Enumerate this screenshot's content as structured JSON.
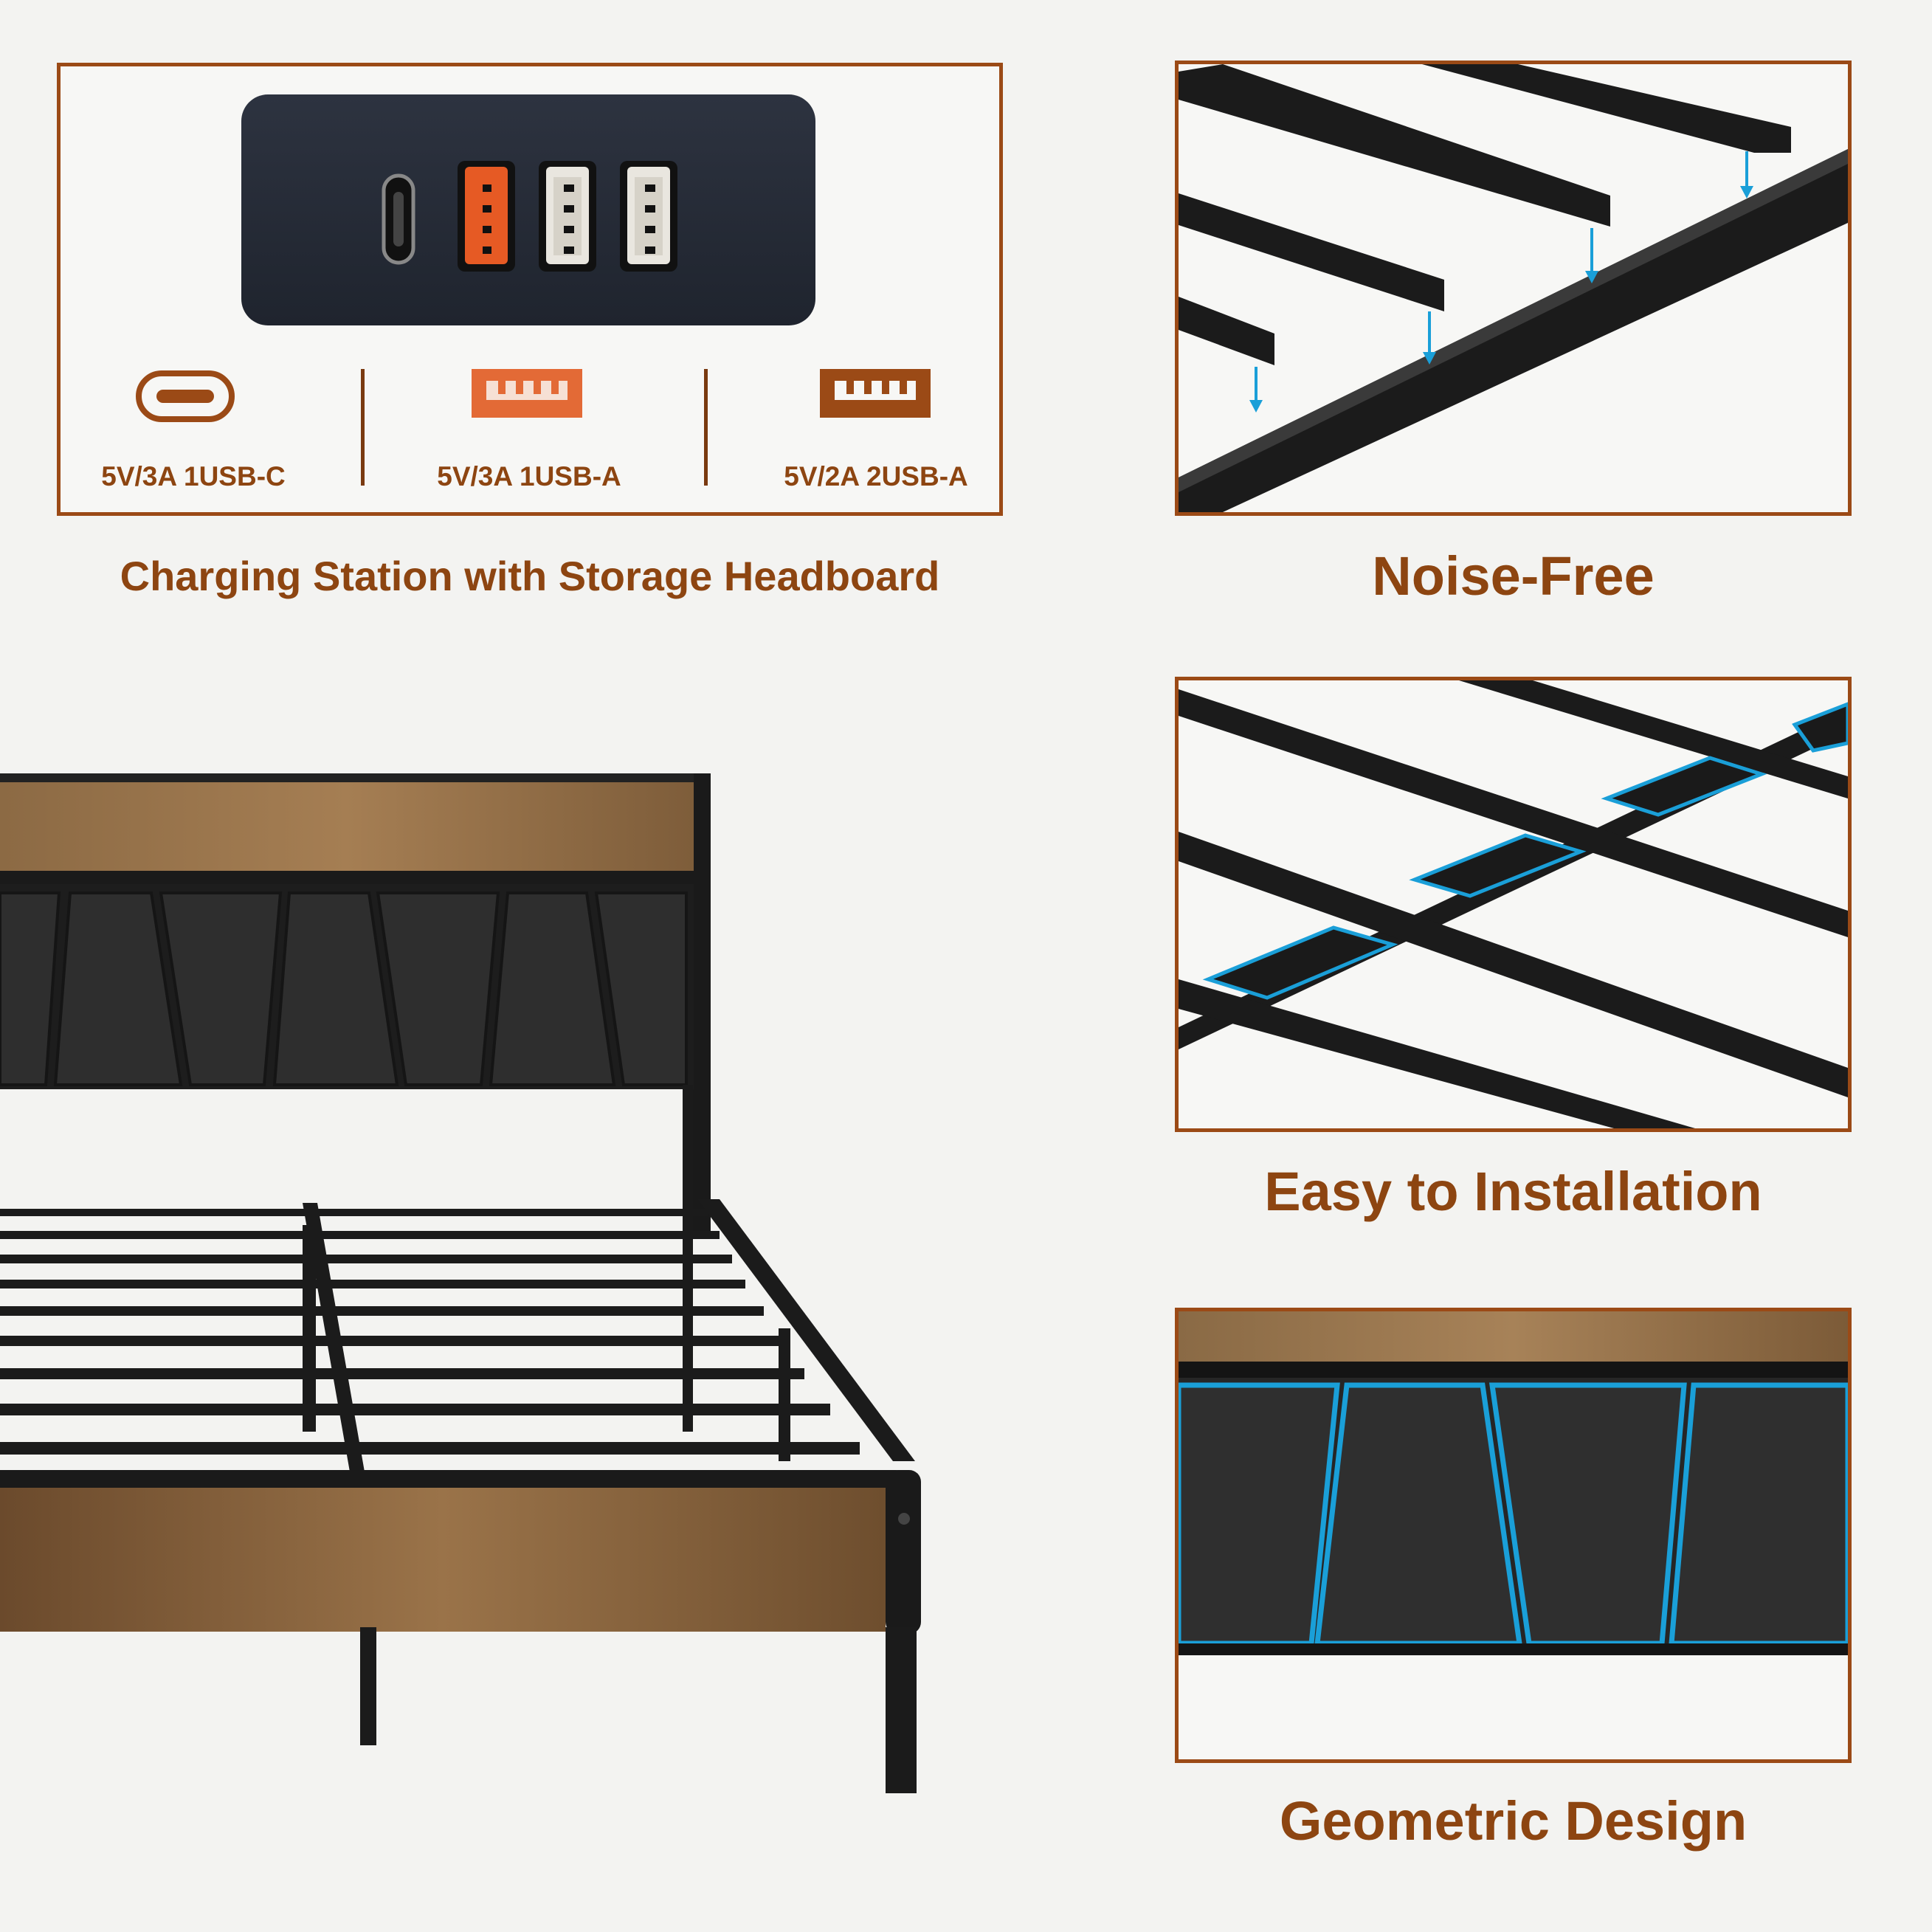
{
  "charging_panel": {
    "ports": [
      {
        "label": "5V/3A 1USB-C",
        "icon": "usb-c-icon"
      },
      {
        "label": "5V/3A 1USB-A",
        "icon": "usb-a-fast-icon"
      },
      {
        "label": "5V/2A 2USB-A",
        "icon": "usb-a-icon"
      }
    ],
    "caption": "Charging Station with Storage Headboard"
  },
  "feature_panels": [
    {
      "caption": "Noise-Free",
      "icon": "slat-mount-illustration"
    },
    {
      "caption": "Easy to Installation",
      "icon": "slat-frame-illustration"
    },
    {
      "caption": "Geometric Design",
      "icon": "headboard-panel-illustration"
    }
  ],
  "colors": {
    "accent": "#9b4a16",
    "caption_text": "#8d4511",
    "highlight_blue": "#1a9fd8",
    "fast_port_orange": "#e65a24"
  }
}
